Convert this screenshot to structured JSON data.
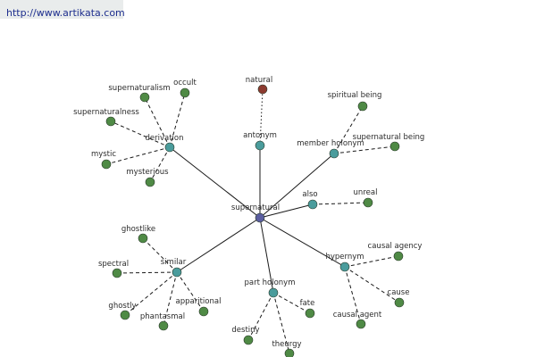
{
  "site_link": "http://www.artikata.com",
  "colors": {
    "center": "#5b5ea0",
    "relation": "#4a9c9c",
    "word": "#4f8a45",
    "antonym_word": "#8c3a2f",
    "edge": "#1a1a1a",
    "link_bar": "#e9ecec",
    "link_text": "#1f2f8f"
  },
  "graph": {
    "center": "supernatural",
    "relations": [
      {
        "label": "derivation",
        "words": [
          "supernaturalism",
          "occult",
          "supernaturalness",
          "mystic",
          "mysterious"
        ]
      },
      {
        "label": "antonym",
        "words": [
          "natural"
        ]
      },
      {
        "label": "member holonym",
        "words": [
          "spiritual being",
          "supernatural being"
        ]
      },
      {
        "label": "also",
        "words": [
          "unreal"
        ]
      },
      {
        "label": "similar",
        "words": [
          "ghostlike",
          "spectral",
          "ghostly",
          "phantasmal",
          "apparitional"
        ]
      },
      {
        "label": "part holonym",
        "words": [
          "destiny",
          "theurgy",
          "fate"
        ]
      },
      {
        "label": "hypernym",
        "words": [
          "causal agency",
          "cause",
          "causal agent"
        ]
      }
    ]
  }
}
